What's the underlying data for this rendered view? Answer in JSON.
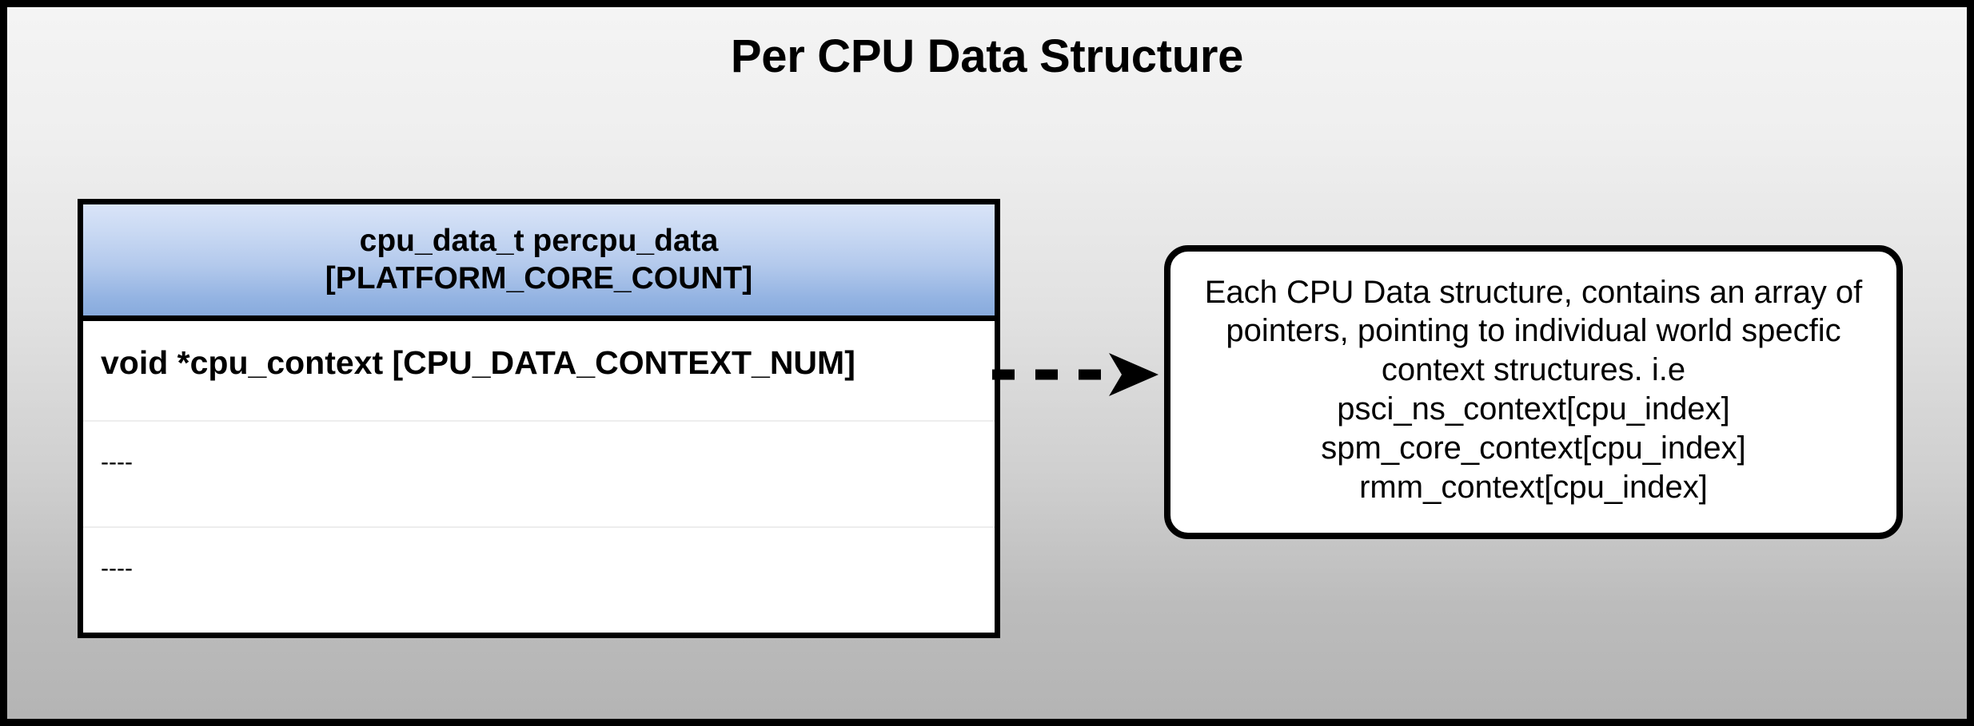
{
  "title": "Per CPU Data Structure",
  "colors": {
    "header_gradient_top": "#d9e4f8",
    "header_gradient_bottom": "#88abdd",
    "background_top": "#f4f4f4",
    "background_bottom": "#b4b4b4",
    "border": "#000000",
    "row_separator": "#ededed",
    "row_background": "#ffffff"
  },
  "struct_table": {
    "header_line_1": "cpu_data_t percpu_data",
    "header_line_2": "[PLATFORM_CORE_COUNT]",
    "rows": [
      {
        "label": "void *cpu_context [CPU_DATA_CONTEXT_NUM]"
      },
      {
        "label": "----"
      },
      {
        "label": "----"
      }
    ]
  },
  "connector": {
    "style": "dashed-arrow",
    "direction": "right",
    "icon": "dashed-arrow-right-icon"
  },
  "note": {
    "text": "Each CPU Data structure, contains an array of pointers, pointing to individual world specfic context structures. i.e\npsci_ns_context[cpu_index]\nspm_core_context[cpu_index]\nrmm_context[cpu_index]"
  }
}
